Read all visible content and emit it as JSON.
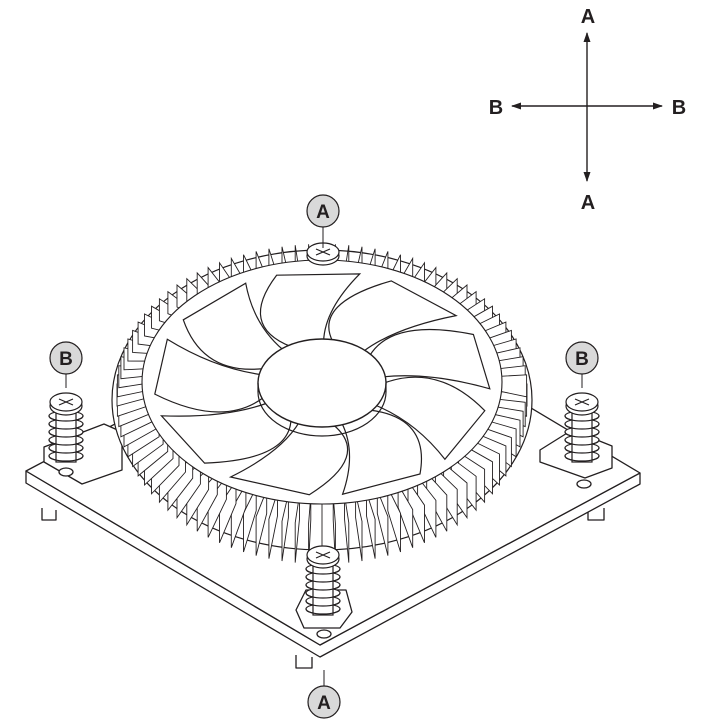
{
  "direction_key": {
    "top_label": "A",
    "bottom_label": "A",
    "left_label": "B",
    "right_label": "B"
  },
  "callouts": {
    "top": "A",
    "bottom": "A",
    "left": "B",
    "right": "B"
  },
  "colors": {
    "line": "#231f20",
    "callout_fill": "#d9d9d9",
    "part_fill": "#ffffff"
  }
}
